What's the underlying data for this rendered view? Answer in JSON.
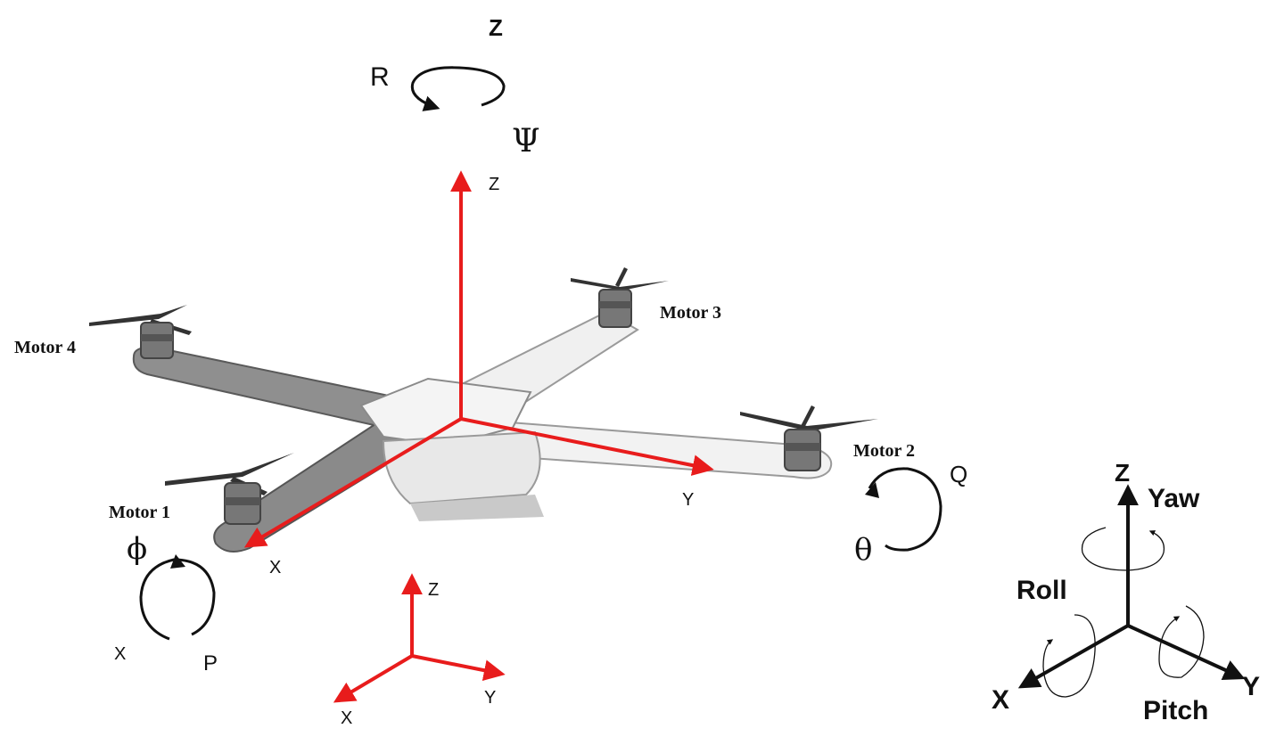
{
  "labels": {
    "top_z": "Z",
    "top_r": "R",
    "top_psi": "Ψ",
    "body_z": "Z",
    "body_x": "X",
    "body_y": "Y",
    "roll_phi": "ϕ",
    "roll_x": "X",
    "roll_p": "P",
    "pitch_q": "Q",
    "pitch_theta": "θ",
    "inertial_z": "Z",
    "inertial_x": "X",
    "inertial_y": "Y",
    "legend_z": "Z",
    "legend_yaw": "Yaw",
    "legend_roll": "Roll",
    "legend_x": "X",
    "legend_y": "Y",
    "legend_pitch": "Pitch"
  },
  "motors": {
    "motor1": "Motor 1",
    "motor2": "Motor 2",
    "motor3": "Motor 3",
    "motor4": "Motor 4"
  },
  "colors": {
    "axis_red": "#e81c1c",
    "frame_dark": "#8a8a8a",
    "frame_light": "#ececec",
    "ink": "#111111"
  }
}
